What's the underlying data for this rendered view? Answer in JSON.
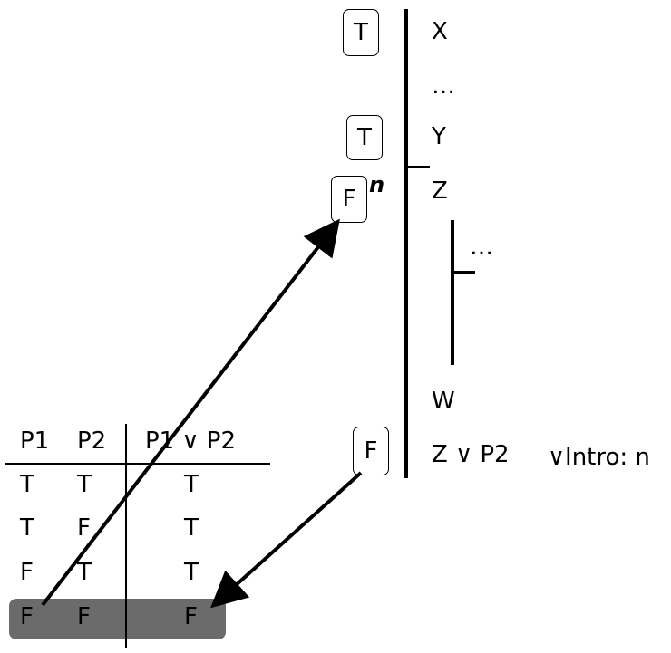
{
  "proof": {
    "lines": [
      {
        "formula": "X",
        "value": "T"
      },
      {
        "formula": "…"
      },
      {
        "formula": "Y",
        "value": "T"
      },
      {
        "formula": "Z",
        "value": "F",
        "assumption_label": "n"
      },
      {
        "formula": "…"
      },
      {
        "formula": "W"
      },
      {
        "formula": "Z ∨ P2",
        "value": "F",
        "justification": "∨Intro: n"
      }
    ]
  },
  "truth_table": {
    "headers": [
      "P1",
      "P2",
      "P1 ∨ P2"
    ],
    "rows": [
      [
        "T",
        "T",
        "T"
      ],
      [
        "T",
        "F",
        "T"
      ],
      [
        "F",
        "T",
        "T"
      ],
      [
        "F",
        "F",
        "F"
      ]
    ],
    "highlighted_row": 3
  },
  "colors": {
    "highlight": "#6b6b6b",
    "ink": "#000000"
  }
}
